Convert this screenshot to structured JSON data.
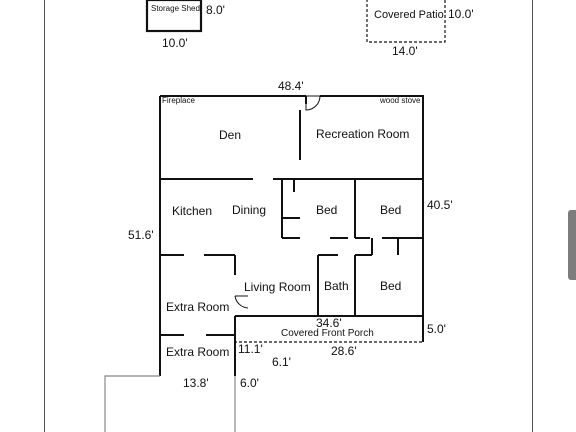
{
  "outbuildings": {
    "shed_label": "Storage Shed",
    "shed_depth": "8.0'",
    "shed_width": "10.0'",
    "patio_label": "Covered Patio",
    "patio_depth": "10.0'",
    "patio_width": "14.0'"
  },
  "house": {
    "top_width": "48.4'",
    "left_height": "51.6'",
    "right_height": "40.5'",
    "porch_width": "34.6'",
    "porch_label": "Covered Front Porch",
    "porch_depth": "5.0'",
    "porch_inner_width": "28.6'",
    "step_depth": "6.1'",
    "extra_wing_width": "11.1'",
    "lower_width": "13.8'",
    "step_width": "6.0'"
  },
  "notes": {
    "fireplace": "Fireplace",
    "wood_stove": "wood stove"
  },
  "rooms": {
    "den": "Den",
    "recreation_room": "Recreation Room",
    "kitchen": "Kitchen",
    "dining": "Dining",
    "bed_1": "Bed",
    "bed_2": "Bed",
    "bed_3": "Bed",
    "bath": "Bath",
    "living_room": "Living Room",
    "extra_room_1": "Extra Room",
    "extra_room_2": "Extra Room"
  }
}
